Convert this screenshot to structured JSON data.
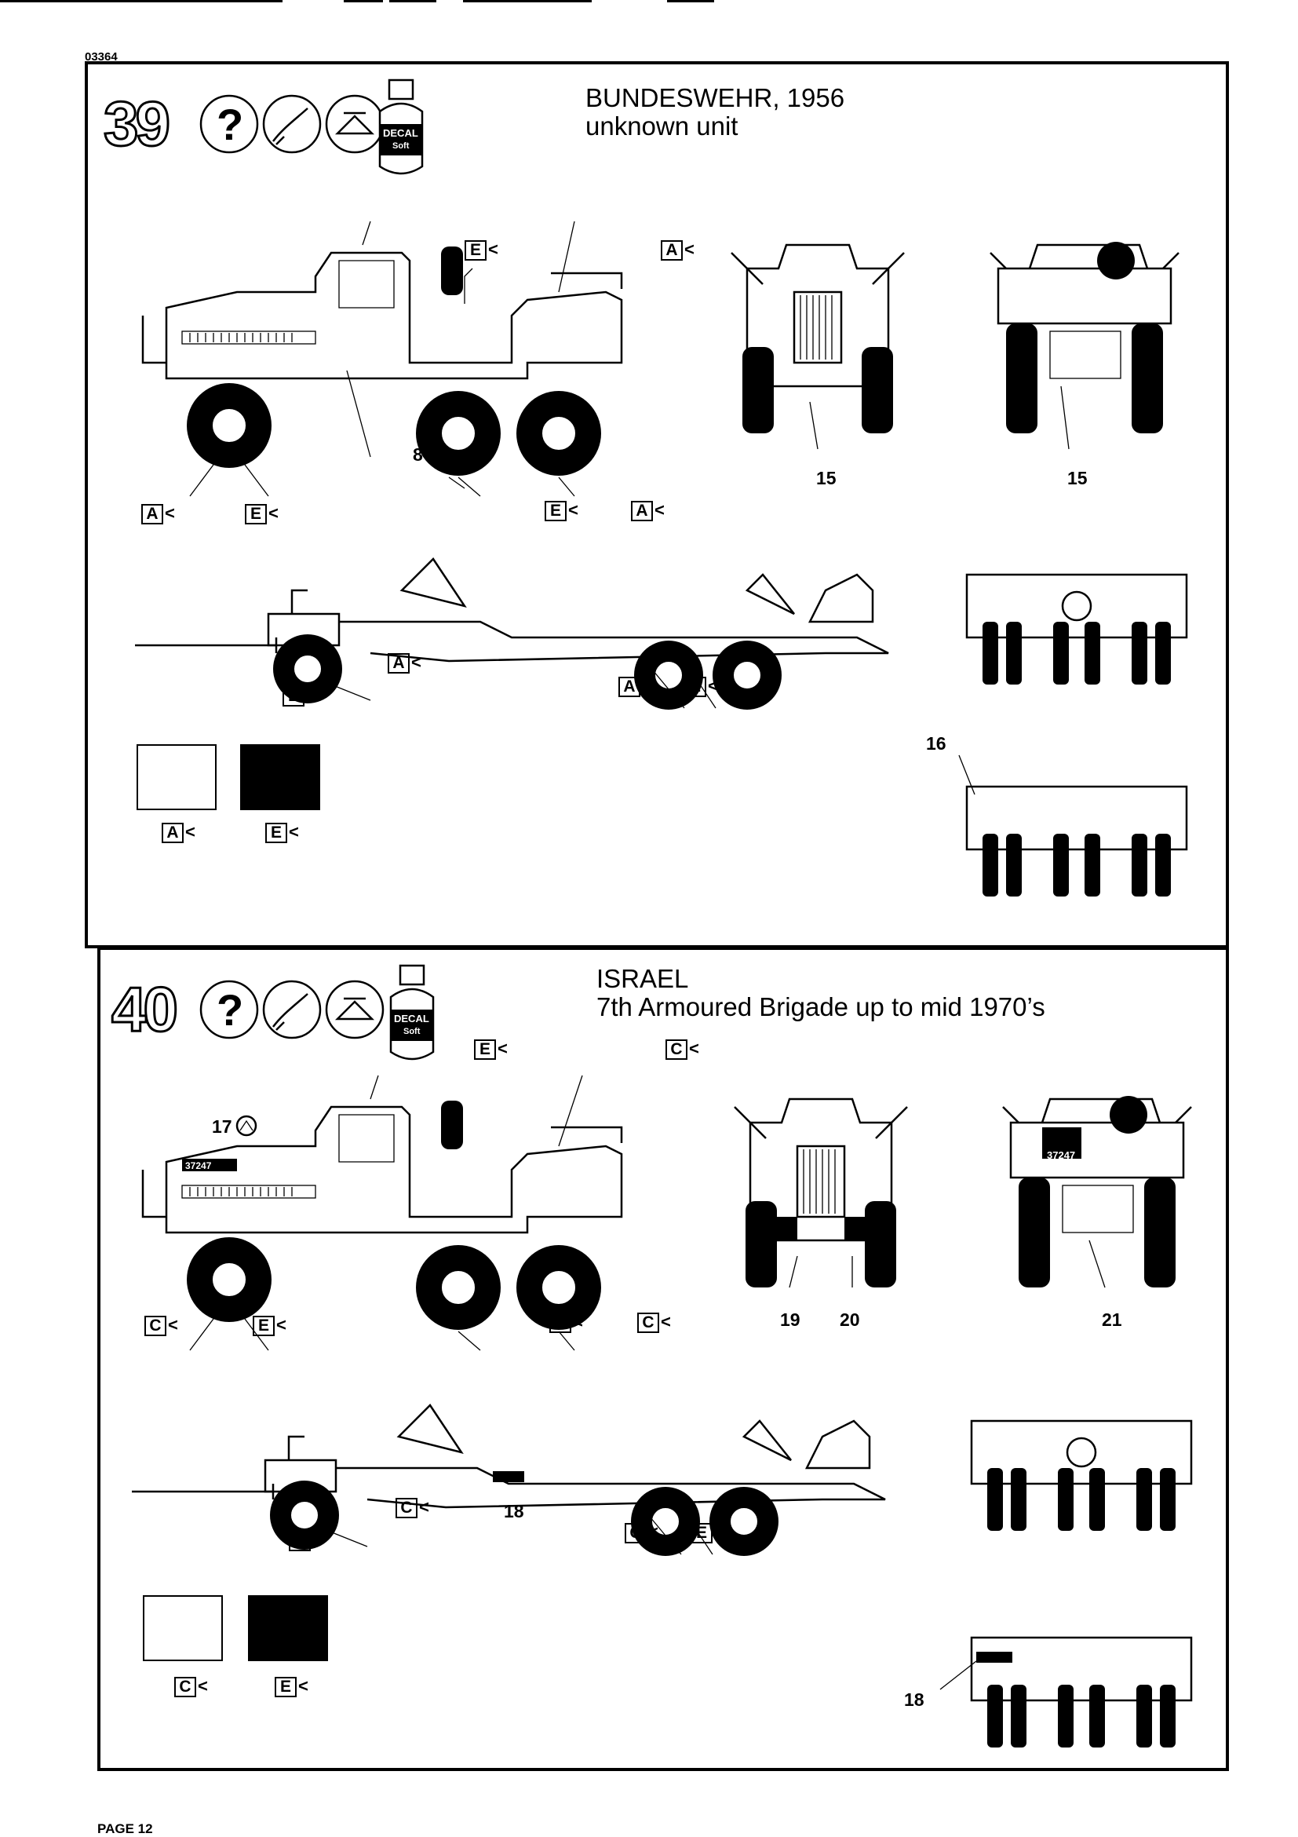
{
  "document_code": "03364",
  "page_label": "PAGE 12",
  "paint_tag_arrow": "<",
  "schemes": [
    {
      "step": "39",
      "title": "BUNDESWEHR, 1956",
      "subtitle": "unknown unit",
      "decal_can": {
        "line1": "DECAL",
        "line2": "Soft"
      },
      "refs": {
        "side_decal": "8",
        "front": "15",
        "rear": "15",
        "trailer_rear": "16"
      },
      "colors": [
        {
          "code": "A",
          "hex": "#ffffff"
        },
        {
          "code": "E",
          "hex": "#000000"
        }
      ],
      "tags": {
        "tractor_top_left": "E",
        "tractor_top_right": "A",
        "front_wheel_a": "A",
        "front_wheel_e": "E",
        "rear_wheel_e": "E",
        "rear_wheel_a": "A",
        "trailer_front_a": "A",
        "trailer_front_e": "E",
        "trailer_rear_a": "A",
        "trailer_rear_e": "E"
      }
    },
    {
      "step": "40",
      "title": "ISRAEL",
      "subtitle": "7th Armoured Brigade up to mid 1970’s",
      "decal_can": {
        "line1": "DECAL",
        "line2": "Soft"
      },
      "refs": {
        "hood_decal": "17",
        "front_left": "19",
        "front_right": "20",
        "rear": "21",
        "trailer_side": "18",
        "trailer_rear": "18"
      },
      "plate_text": "37247",
      "colors": [
        {
          "code": "C",
          "hex": "#ffffff"
        },
        {
          "code": "E",
          "hex": "#000000"
        }
      ],
      "tags": {
        "tractor_top_left": "E",
        "tractor_top_right": "C",
        "front_wheel_c": "C",
        "front_wheel_e": "E",
        "rear_wheel_e": "E",
        "rear_wheel_c": "C",
        "trailer_front_c": "C",
        "trailer_front_e": "E",
        "trailer_rear_c": "C",
        "trailer_rear_e": "E"
      }
    }
  ]
}
